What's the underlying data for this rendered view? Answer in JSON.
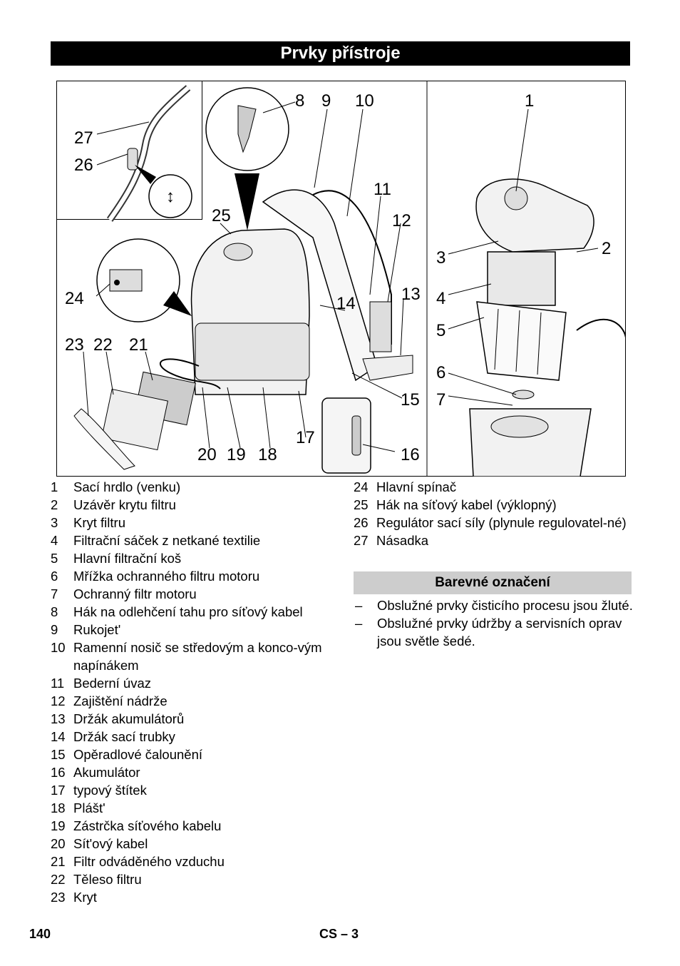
{
  "header": {
    "title": "Prvky přístroje"
  },
  "figure": {
    "callouts": [
      "1",
      "2",
      "3",
      "4",
      "5",
      "6",
      "7",
      "8",
      "9",
      "10",
      "11",
      "12",
      "13",
      "14",
      "15",
      "16",
      "17",
      "18",
      "19",
      "20",
      "21",
      "22",
      "23",
      "24",
      "25",
      "26",
      "27"
    ]
  },
  "parts_left": [
    {
      "num": "1",
      "label": "Sací hrdlo (venku)"
    },
    {
      "num": "2",
      "label": "Uzávěr krytu filtru"
    },
    {
      "num": "3",
      "label": "Kryt filtru"
    },
    {
      "num": "4",
      "label": "Filtrační sáček z netkané textilie"
    },
    {
      "num": "5",
      "label": "Hlavní filtrační koš"
    },
    {
      "num": "6",
      "label": "Mřížka ochranného filtru motoru"
    },
    {
      "num": "7",
      "label": "Ochranný filtr motoru"
    },
    {
      "num": "8",
      "label": "Hák na odlehčení tahu pro síťový kabel"
    },
    {
      "num": "9",
      "label": "Rukojet'"
    },
    {
      "num": "10",
      "label": "Ramenní nosič se středovým a konco-vým napínákem"
    },
    {
      "num": "11",
      "label": "Bederní úvaz"
    },
    {
      "num": "12",
      "label": "Zajištění nádrže"
    },
    {
      "num": "13",
      "label": "Držák akumulátorů"
    },
    {
      "num": "14",
      "label": "Držák sací trubky"
    },
    {
      "num": "15",
      "label": "Opěradlové čalounění"
    },
    {
      "num": "16",
      "label": "Akumulátor"
    },
    {
      "num": "17",
      "label": "typový štítek"
    },
    {
      "num": "18",
      "label": "Plášt'"
    },
    {
      "num": "19",
      "label": "Zástrčka síťového kabelu"
    },
    {
      "num": "20",
      "label": "Sít'ový kabel"
    },
    {
      "num": "21",
      "label": "Filtr odváděného vzduchu"
    },
    {
      "num": "22",
      "label": "Těleso filtru"
    },
    {
      "num": "23",
      "label": "Kryt"
    }
  ],
  "parts_right": [
    {
      "num": "24",
      "label": "Hlavní spínač"
    },
    {
      "num": "25",
      "label": "Hák na síťový kabel (výklopný)"
    },
    {
      "num": "26",
      "label": "Regulátor sací síly (plynule regulovatel-né)"
    },
    {
      "num": "27",
      "label": "Násadka"
    }
  ],
  "color_section": {
    "title": "Barevné označení",
    "items": [
      "Obslužné prvky čisticího procesu jsou žluté.",
      "Obslužné prvky údržby a servisních oprav jsou světle šedé."
    ],
    "bullet": "–"
  },
  "footer": {
    "page_number": "140",
    "language": "CS – 3"
  }
}
